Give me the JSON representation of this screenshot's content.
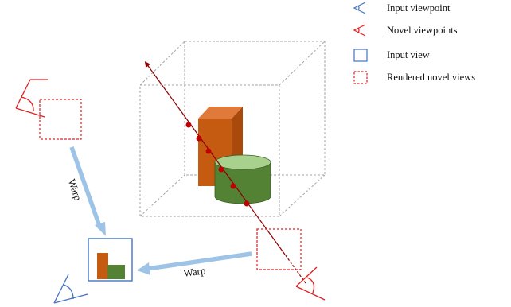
{
  "legend": {
    "items": [
      {
        "key": "input_viewpoint",
        "label": "Input viewpoint",
        "color": "#4472C4",
        "icon": "viewpoint-camera-icon"
      },
      {
        "key": "novel_viewpoints",
        "label": "Novel viewpoints",
        "color": "#E02020",
        "icon": "viewpoint-camera-icon"
      },
      {
        "key": "input_view",
        "label": "Input view",
        "color": "#4472C4",
        "icon": "solid-square-icon"
      },
      {
        "key": "rendered_novel_views",
        "label": "Rendered novel views",
        "color": "#E02020",
        "icon": "dashed-square-icon"
      }
    ]
  },
  "arrows": {
    "warp_top_label": "Warp",
    "warp_bottom_label": "Warp",
    "color": "#9DC3E6"
  },
  "scene": {
    "box_color": "#A6A6A6",
    "cuboid_colors": {
      "front": "#C55A11",
      "side": "#A9490C",
      "top": "#E07A3A"
    },
    "cylinder_colors": {
      "body": "#548235",
      "top": "#A9D18E",
      "edge": "#3B5E25"
    },
    "ray_color": "#8B0000",
    "sample_point_color": "#C00000"
  }
}
